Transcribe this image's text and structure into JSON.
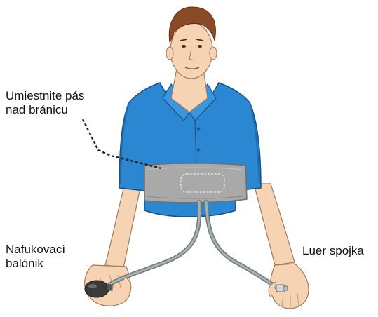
{
  "labels": {
    "belt": {
      "line1": "Umiestnite pás",
      "line2": "nad bránicu"
    },
    "bulb": {
      "line1": "Nafukovací",
      "line2": "balónik"
    },
    "luer": {
      "line1": "Luer spojka"
    }
  },
  "colors": {
    "shirt": "#2b87d1",
    "shirt_shadow": "#1f6aa8",
    "skin": "#f5d3b3",
    "skin_shadow": "#e4b48f",
    "hair": "#8a4a26",
    "belt": "#a9a9a9",
    "belt_edge": "#7a7a7a",
    "tube": "#8f9a98",
    "bulb": "#3a3a3a",
    "outline": "#444444"
  },
  "icons": {
    "person": "person-figure",
    "belt": "respiratory-belt",
    "bulb": "inflation-bulb",
    "connector": "luer-connector"
  }
}
